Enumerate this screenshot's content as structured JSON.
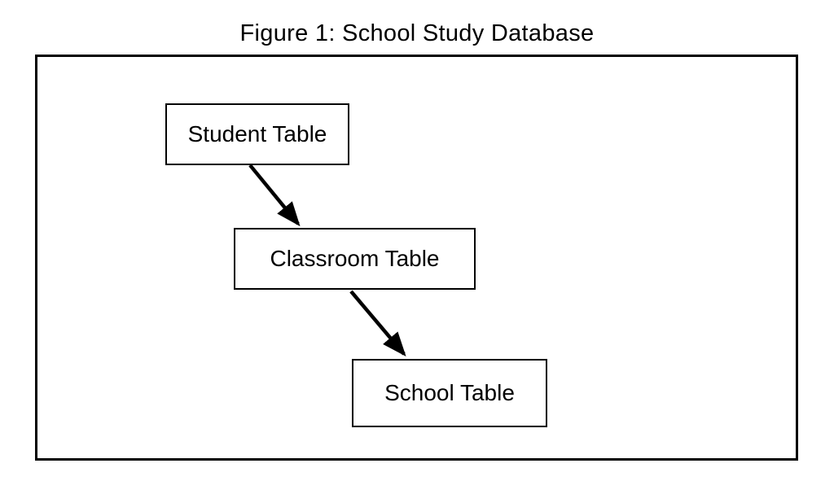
{
  "figure": {
    "title": "Figure 1: School Study Database",
    "nodes": [
      {
        "id": "student-table",
        "label": "Student Table"
      },
      {
        "id": "classroom-table",
        "label": "Classroom Table"
      },
      {
        "id": "school-table",
        "label": "School Table"
      }
    ],
    "edges": [
      {
        "from": "Student Table",
        "to": "Classroom Table"
      },
      {
        "from": "Classroom Table",
        "to": "School Table"
      }
    ],
    "colors": {
      "ink": "#000000",
      "background": "#ffffff"
    }
  }
}
